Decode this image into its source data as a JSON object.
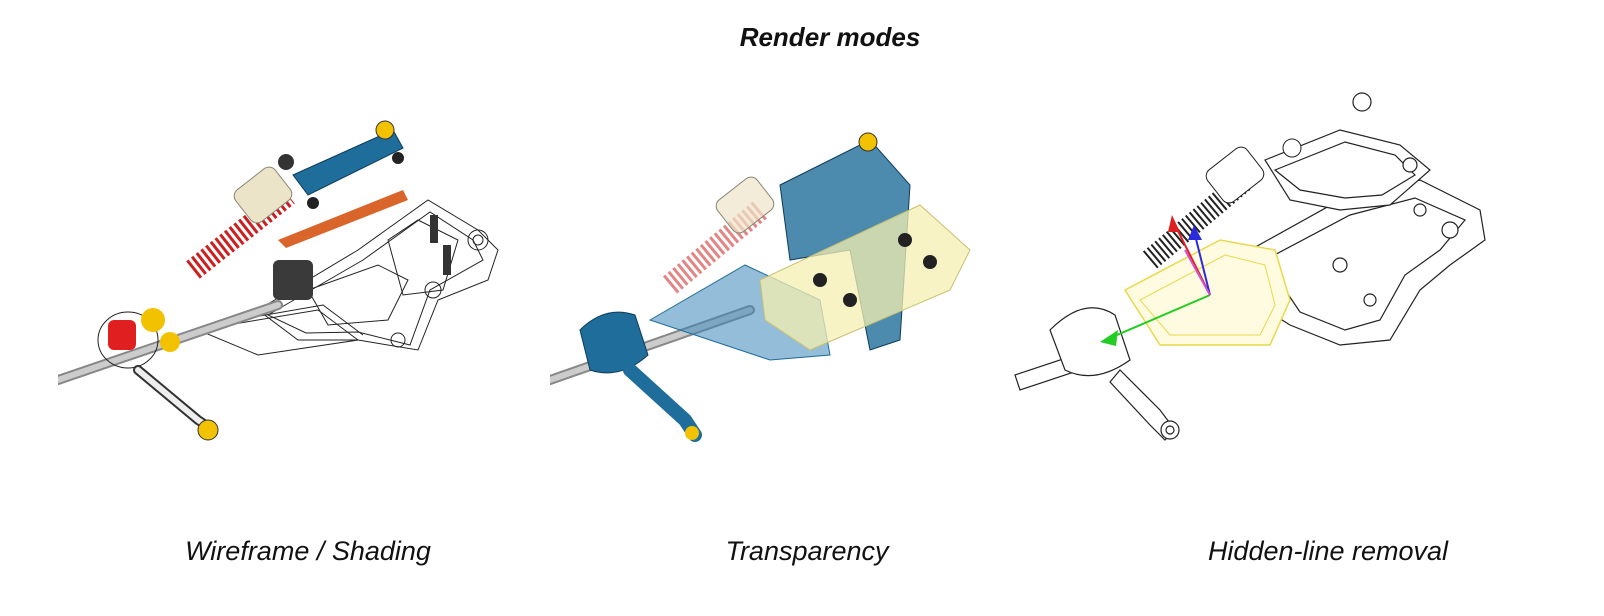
{
  "title": "Render modes",
  "panels": [
    {
      "caption": "Wireframe / Shading"
    },
    {
      "caption": "Transparency"
    },
    {
      "caption": "Hidden-line removal"
    }
  ]
}
